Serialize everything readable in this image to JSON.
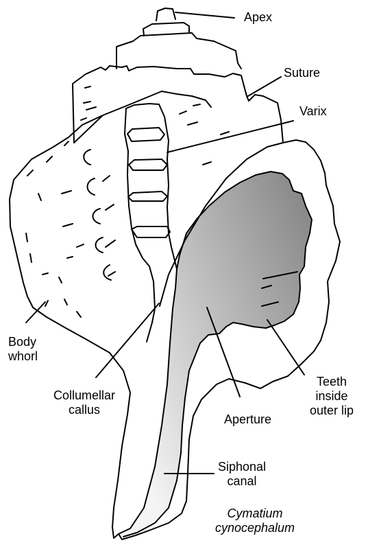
{
  "labels": {
    "apex": "Apex",
    "suture": "Suture",
    "varix": "Varix",
    "body_whorl": [
      "Body",
      "whorl"
    ],
    "collumellar_callus": [
      "Collumellar",
      "callus"
    ],
    "aperture": "Aperture",
    "teeth": [
      "Teeth",
      "inside",
      "outer lip"
    ],
    "siphonal_canal": [
      "Siphonal",
      "canal"
    ],
    "species": [
      "Cymatium",
      "cynocephalum"
    ]
  },
  "colors": {
    "stroke": "#000000",
    "aperture_dark": "#8a8a8a",
    "aperture_light": "#f2f2f2"
  }
}
